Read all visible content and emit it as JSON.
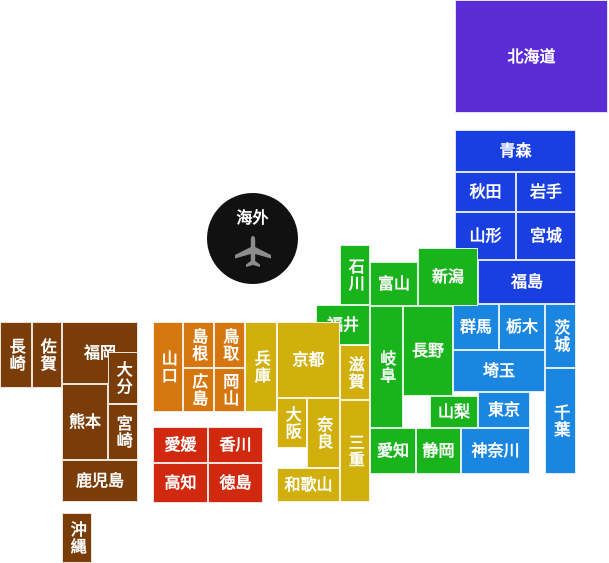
{
  "overseas": {
    "label": "海外",
    "icon": "airplane-icon"
  },
  "colors": {
    "hokkaido": "#5b2bd6",
    "tohoku": "#1a3fe0",
    "kanto": "#1a86e0",
    "chubu": "#19b31b",
    "kinki": "#d1af0c",
    "chugoku": "#d6760e",
    "shikoku": "#d1290f",
    "kyushu": "#7a3d0a"
  },
  "prefectures": {
    "hokkaido": "北海道",
    "aomori": "青森",
    "akita": "秋田",
    "iwate": "岩手",
    "yamagata": "山形",
    "miyagi": "宮城",
    "fukushima": "福島",
    "ibaraki": "茨城",
    "tochigi": "栃木",
    "gunma": "群馬",
    "saitama": "埼玉",
    "chiba": "千葉",
    "tokyo": "東京",
    "kanagawa": "神奈川",
    "niigata": "新潟",
    "toyama": "富山",
    "ishikawa": "石川",
    "fukui": "福井",
    "yamanashi": "山梨",
    "nagano": "長野",
    "gifu": "岐阜",
    "shizuoka": "静岡",
    "aichi": "愛知",
    "mie": "三重",
    "shiga": "滋賀",
    "kyoto": "京都",
    "osaka": "大阪",
    "hyogo": "兵庫",
    "nara": "奈良",
    "wakayama": "和歌山",
    "tottori": "鳥取",
    "shimane": "島根",
    "okayama": "岡山",
    "hiroshima": "広島",
    "yamaguchi": "山口",
    "tokushima": "徳島",
    "kagawa": "香川",
    "ehime": "愛媛",
    "kochi": "高知",
    "fukuoka": "福岡",
    "saga": "佐賀",
    "nagasaki": "長崎",
    "kumamoto": "熊本",
    "oita": "大分",
    "miyazaki": "宮崎",
    "kagoshima": "鹿児島",
    "okinawa": "沖縄"
  }
}
